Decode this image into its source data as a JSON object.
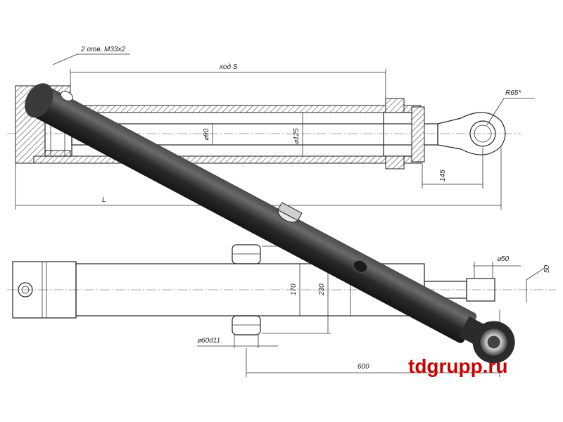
{
  "drawing": {
    "callouts": {
      "holes": "2 отв. M33x2",
      "stroke": "ход S",
      "radius": "R65*",
      "overall_length": "L",
      "rod_diameter": "⌀90",
      "bore_diameter": "⌀125",
      "eye_offset": "145",
      "width_170": "170",
      "width_230": "230",
      "trunnion_diameter": "⌀60d11",
      "trunnion_position": "600",
      "eye_diameter": "⌀50",
      "eye_width": "50"
    },
    "watermark": "tdgrupp.ru",
    "colors": {
      "cylinder_body": "#2a2a2a",
      "cylinder_highlight": "#6a6a6a",
      "drawing_lines": "#222222",
      "watermark": "#cc0000"
    }
  }
}
